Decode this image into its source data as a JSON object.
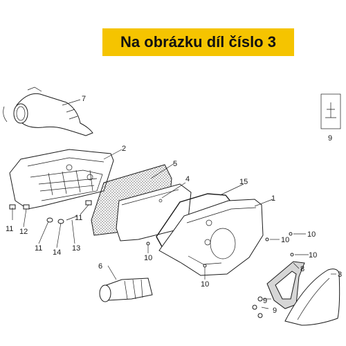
{
  "banner": {
    "text": "Na obrázku díl číslo 3",
    "color": "#f5c400"
  },
  "callouts": [
    {
      "id": "7a",
      "label": "7"
    },
    {
      "id": "9a",
      "label": "9"
    },
    {
      "id": "2",
      "label": "2"
    },
    {
      "id": "5",
      "label": "5"
    },
    {
      "id": "4",
      "label": "4"
    },
    {
      "id": "15",
      "label": "15"
    },
    {
      "id": "1",
      "label": "1"
    },
    {
      "id": "11a",
      "label": "11"
    },
    {
      "id": "12",
      "label": "12"
    },
    {
      "id": "11b",
      "label": "11"
    },
    {
      "id": "11c",
      "label": "11"
    },
    {
      "id": "14",
      "label": "14"
    },
    {
      "id": "13",
      "label": "13"
    },
    {
      "id": "10a",
      "label": "10"
    },
    {
      "id": "10b",
      "label": "10"
    },
    {
      "id": "10c",
      "label": "10"
    },
    {
      "id": "10d",
      "label": "10"
    },
    {
      "id": "10e",
      "label": "10"
    },
    {
      "id": "6",
      "label": "6"
    },
    {
      "id": "8",
      "label": "8"
    },
    {
      "id": "3",
      "label": "3"
    },
    {
      "id": "9b",
      "label": "9"
    },
    {
      "id": "9c",
      "label": "9"
    }
  ]
}
